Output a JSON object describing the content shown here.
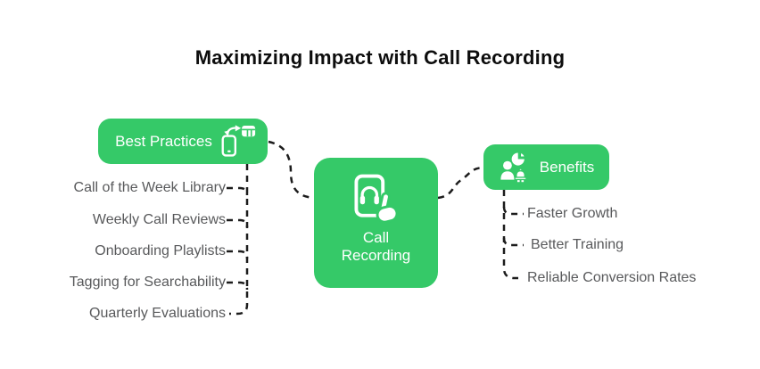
{
  "title": "Maximizing Impact with Call Recording",
  "colors": {
    "green": "#35c968",
    "text": "#58595b",
    "line": "#1c1c1c",
    "title": "#0d0d0d"
  },
  "center_node": {
    "label": "Call Recording",
    "icon": "phone-headset-tap-icon"
  },
  "best_practices": {
    "label": "Best Practices",
    "icon": "phone-sync-spreadsheet-icon",
    "items": [
      "Call of the Week Library",
      "Weekly Call Reviews",
      "Onboarding Playlists",
      "Tagging for Searchability",
      "Quarterly Evaluations"
    ]
  },
  "benefits": {
    "label": "Benefits",
    "icon": "user-bell-pie-chart-icon",
    "items": [
      "Faster Growth",
      "Better Training",
      "Reliable Conversion Rates"
    ]
  }
}
